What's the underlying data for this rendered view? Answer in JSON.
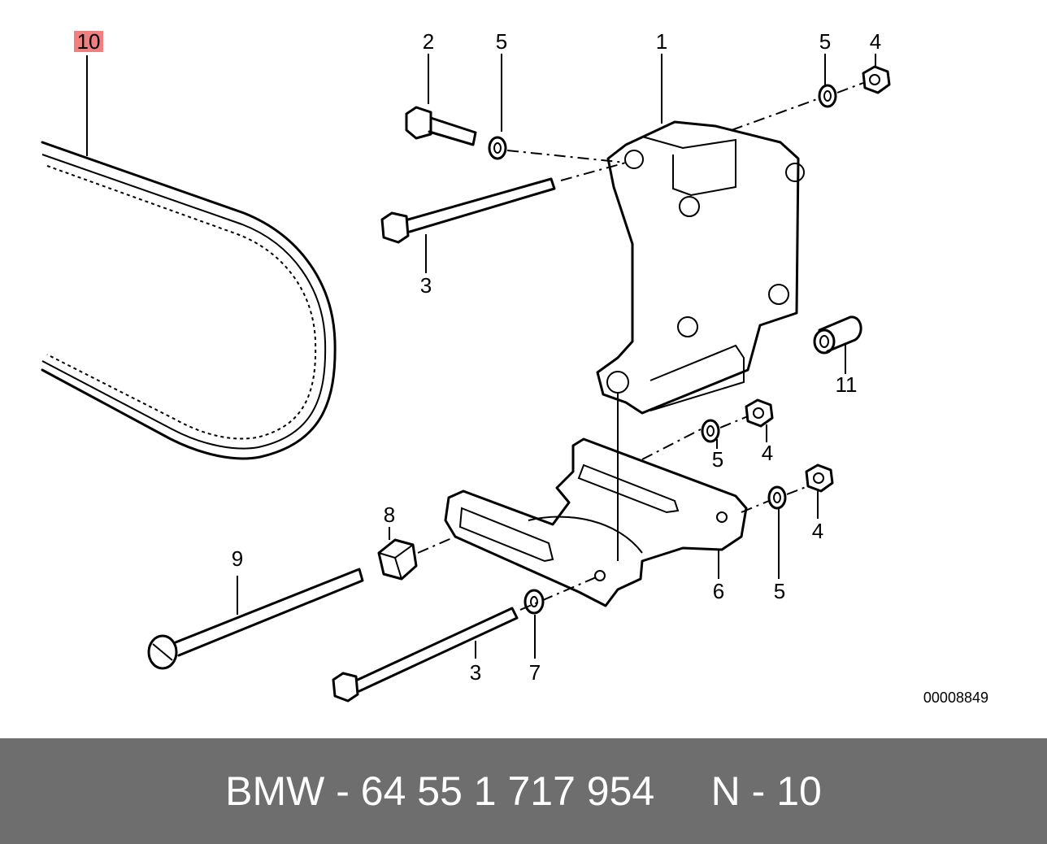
{
  "diagram": {
    "highlight_color": "#f08080",
    "callouts": {
      "belt": "10",
      "bracket": "1",
      "bolt_top": "2",
      "washer_top_left": "5",
      "washer_top_right": "5",
      "nut_top_right": "4",
      "long_bolt_top": "3",
      "sleeve": "11",
      "washer_mid": "5",
      "nut_mid": "4",
      "nut_right": "4",
      "washer_right": "5",
      "plate": "6",
      "square_nut": "8",
      "adjust_bolt": "9",
      "long_bolt_bottom": "3",
      "washer_bottom": "7"
    },
    "reference_number": "00008849"
  },
  "footer": {
    "background_color": "#6e6e6e",
    "text_color": "#ffffff",
    "caption": "BMW - 64 55 1 717 954     N - 10"
  }
}
